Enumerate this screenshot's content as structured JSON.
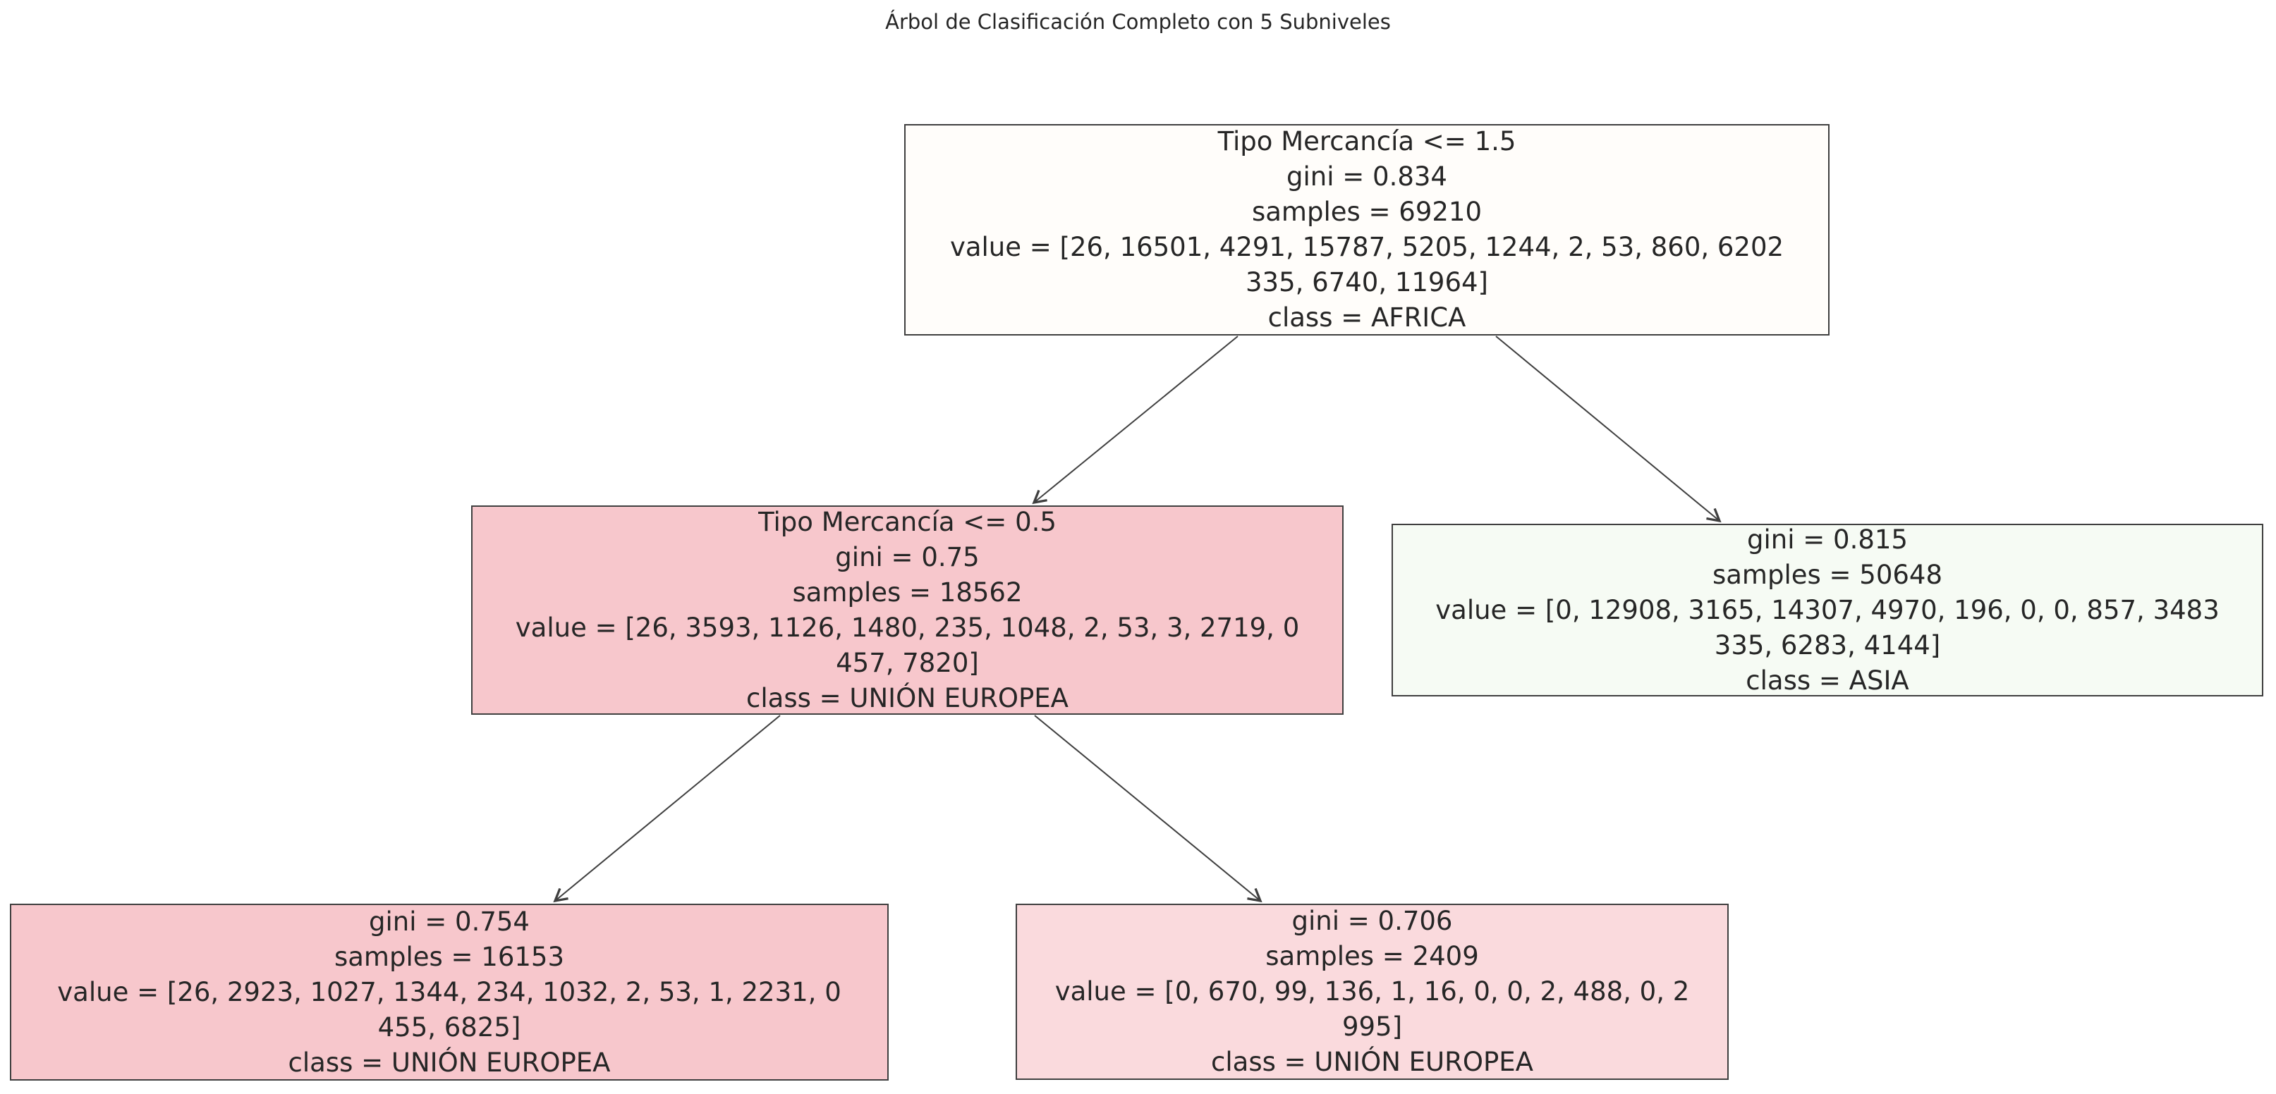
{
  "title": "Árbol de Clasificación Completo con 5 Subniveles",
  "colors": {
    "background": "#ffffff",
    "node_border": "#3f3f3f",
    "arrow": "#3f3f3f",
    "text": "#262626",
    "root_fill": "#fffdfa",
    "pink_fill": "#f7c7cc",
    "light_pink_fill": "#fadadd",
    "green_fill": "#f6fbf4"
  },
  "nodes": [
    {
      "id": "root",
      "fill": "#fffdfa",
      "feature": "Tipo Mercancía",
      "threshold": 1.5,
      "gini": 0.834,
      "samples": 69210,
      "values": [
        26,
        16501,
        4291,
        15787,
        5205,
        1244,
        2,
        53,
        860,
        6202,
        335,
        6740,
        11964
      ],
      "class_label": "AFRICA",
      "lines": [
        "Tipo Mercancía <= 1.5",
        "gini = 0.834",
        "samples = 69210",
        "value = [26, 16501, 4291, 15787, 5205, 1244, 2, 53, 860, 6202",
        "335, 6740, 11964]",
        "class = AFRICA"
      ]
    },
    {
      "id": "left",
      "fill": "#f7c7cc",
      "feature": "Tipo Mercancía",
      "threshold": 0.5,
      "gini": 0.75,
      "samples": 18562,
      "values": [
        26,
        3593,
        1126,
        1480,
        235,
        1048,
        2,
        53,
        3,
        2719,
        0,
        457,
        7820
      ],
      "class_label": "UNIÓN EUROPEA",
      "lines": [
        "Tipo Mercancía <= 0.5",
        "gini = 0.75",
        "samples = 18562",
        "value = [26, 3593, 1126, 1480, 235, 1048, 2, 53, 3, 2719, 0",
        "457, 7820]",
        "class = UNIÓN EUROPEA"
      ]
    },
    {
      "id": "right",
      "fill": "#f6fbf4",
      "gini": 0.815,
      "samples": 50648,
      "values": [
        0,
        12908,
        3165,
        14307,
        4970,
        196,
        0,
        0,
        857,
        3483,
        335,
        6283,
        4144
      ],
      "class_label": "ASIA",
      "lines": [
        "gini = 0.815",
        "samples = 50648",
        "value = [0, 12908, 3165, 14307, 4970, 196, 0, 0, 857, 3483",
        "335, 6283, 4144]",
        "class = ASIA"
      ]
    },
    {
      "id": "left-left",
      "fill": "#f7c7cc",
      "gini": 0.754,
      "samples": 16153,
      "values": [
        26,
        2923,
        1027,
        1344,
        234,
        1032,
        2,
        53,
        1,
        2231,
        0,
        455,
        6825
      ],
      "class_label": "UNIÓN EUROPEA",
      "lines": [
        "gini = 0.754",
        "samples = 16153",
        "value = [26, 2923, 1027, 1344, 234, 1032, 2, 53, 1, 2231, 0",
        "455, 6825]",
        "class = UNIÓN EUROPEA"
      ]
    },
    {
      "id": "left-right",
      "fill": "#fadadd",
      "gini": 0.706,
      "samples": 2409,
      "values": [
        0,
        670,
        99,
        136,
        1,
        16,
        0,
        0,
        2,
        488,
        0,
        2,
        995
      ],
      "class_label": "UNIÓN EUROPEA",
      "lines": [
        "gini = 0.706",
        "samples = 2409",
        "value = [0, 670, 99, 136, 1, 16, 0, 0, 2, 488, 0, 2",
        "995]",
        "class = UNIÓN EUROPEA"
      ]
    }
  ],
  "edges": [
    {
      "from": "root",
      "to": "left"
    },
    {
      "from": "root",
      "to": "right"
    },
    {
      "from": "left",
      "to": "left-left"
    },
    {
      "from": "left",
      "to": "left-right"
    }
  ]
}
